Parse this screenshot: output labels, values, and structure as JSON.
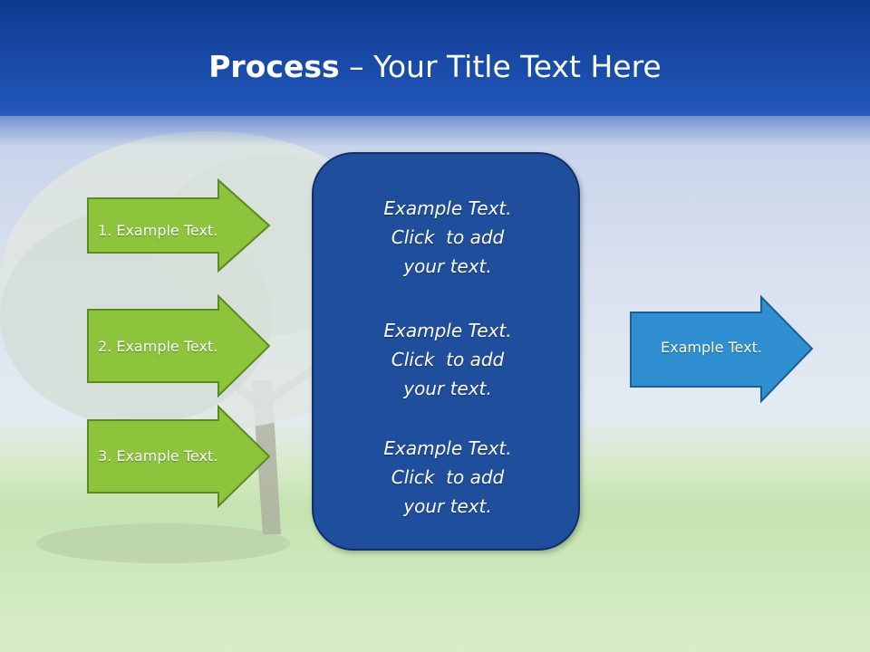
{
  "slide": {
    "title_bold": "Process",
    "title_rest": " – Your Title Text Here"
  },
  "left_arrows": [
    {
      "label": "1. Example Text."
    },
    {
      "label": "2. Example Text."
    },
    {
      "label": "3. Example Text."
    }
  ],
  "center_box": {
    "paragraphs": [
      {
        "lines": [
          "Example Text.",
          "Click  to add",
          "your text."
        ]
      },
      {
        "lines": [
          "Example Text.",
          "Click  to add",
          "your text."
        ]
      },
      {
        "lines": [
          "Example Text.",
          "Click  to add",
          "your text."
        ]
      }
    ]
  },
  "right_arrow": {
    "label": "Example Text."
  },
  "colors": {
    "header_blue": "#1c4fae",
    "green_arrow": "#8cc43c",
    "center_box": "#1f4e9c",
    "right_arrow": "#2f8fd0"
  }
}
